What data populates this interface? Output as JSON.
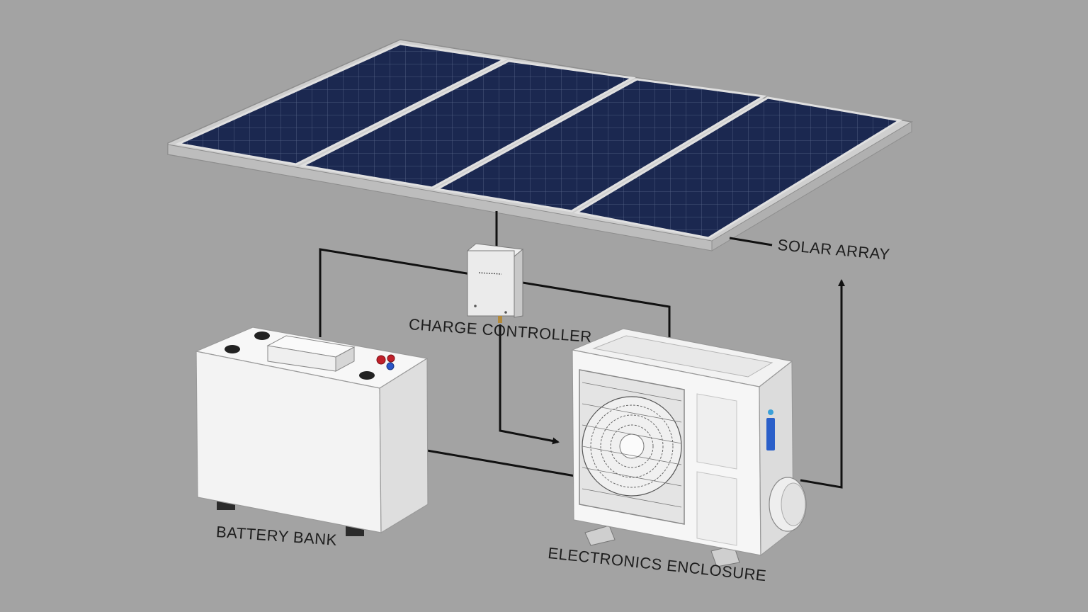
{
  "labels": {
    "solar_array": "SOLAR ARRAY",
    "charge_controller": "CHARGE CONTROLLER",
    "battery_bank": "BATTERY BANK",
    "electronics_enclosure": "ELECTRONICS ENCLOSURE"
  },
  "colors": {
    "background": "#a3a3a3",
    "panel_cell": "#1b2850",
    "panel_frame": "#d4d4d4",
    "wire": "#111111",
    "battery_body": "#f4f4f4",
    "terminal_red": "#c0202a",
    "terminal_blue": "#2a56c8",
    "indicator_blue": "#2a5fc9"
  }
}
